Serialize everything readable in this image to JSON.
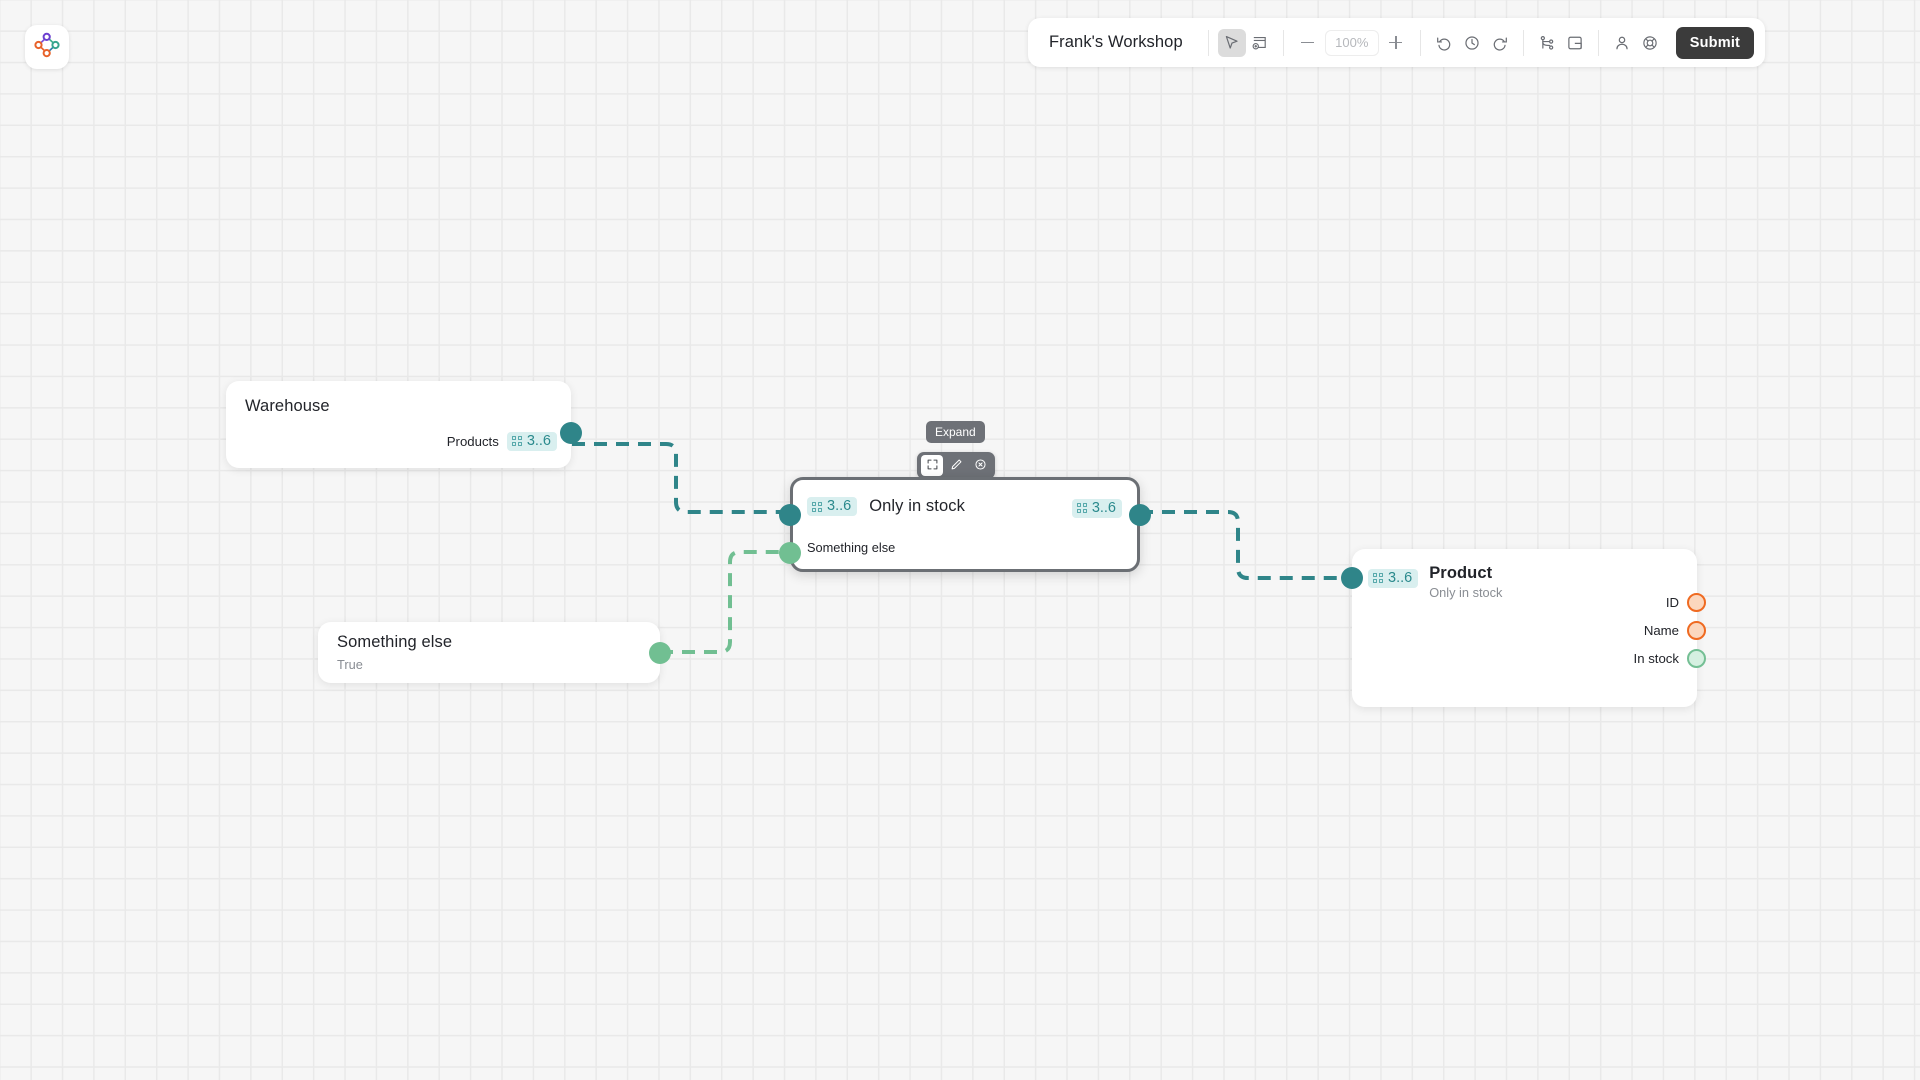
{
  "app": {
    "logo_name": "graph-logo",
    "background_color": "#f6f6f6",
    "grid_color": "#e9e9e9"
  },
  "toolbar": {
    "document_title": "Frank's Workshop",
    "select_tool_label": "Select",
    "add_frame_label": "Add frame",
    "zoom_out_label": "Zoom out",
    "zoom_value": "100%",
    "zoom_in_label": "Zoom in",
    "undo_label": "Undo",
    "history_label": "History",
    "redo_label": "Redo",
    "branch_label": "Branch",
    "panel_label": "Panels",
    "account_label": "Account",
    "help_label": "Help",
    "submit_label": "Submit"
  },
  "node_toolbar": {
    "tooltip": "Expand",
    "expand_label": "Expand",
    "edit_label": "Edit",
    "remove_label": "Remove"
  },
  "nodes": [
    {
      "id": "warehouse",
      "title": "Warehouse",
      "subtitle": "",
      "selected": false,
      "output_field_label": "Products",
      "output_chip": "3..6",
      "output_port_color": "#2f8589"
    },
    {
      "id": "something-else",
      "title": "Something else",
      "subtitle": "True",
      "selected": false,
      "output_port_color": "#71bf92"
    },
    {
      "id": "only-in-stock",
      "title": "Only in stock",
      "selected": true,
      "input_chip": "3..6",
      "output_chip": "3..6",
      "secondary_input_label": "Something else",
      "input_port_color": "#2f8589",
      "secondary_port_color": "#71bf92",
      "output_port_color": "#2f8589"
    },
    {
      "id": "product",
      "title": "Product",
      "subtitle": "Only in stock",
      "selected": false,
      "input_chip": "3..6",
      "input_port_color": "#2f8589",
      "fields": [
        {
          "label": "ID",
          "port_style": "ring-orange"
        },
        {
          "label": "Name",
          "port_style": "ring-orange"
        },
        {
          "label": "In stock",
          "port_style": "ring-green"
        }
      ]
    }
  ],
  "edges": [
    {
      "id": "warehouse-to-filter",
      "color": "#2f8589",
      "from": "warehouse",
      "to": "only-in-stock"
    },
    {
      "id": "something-else-to-filter",
      "color": "#71bf92",
      "from": "something-else",
      "to": "only-in-stock"
    },
    {
      "id": "filter-to-product",
      "color": "#2f8589",
      "from": "only-in-stock",
      "to": "product"
    }
  ]
}
